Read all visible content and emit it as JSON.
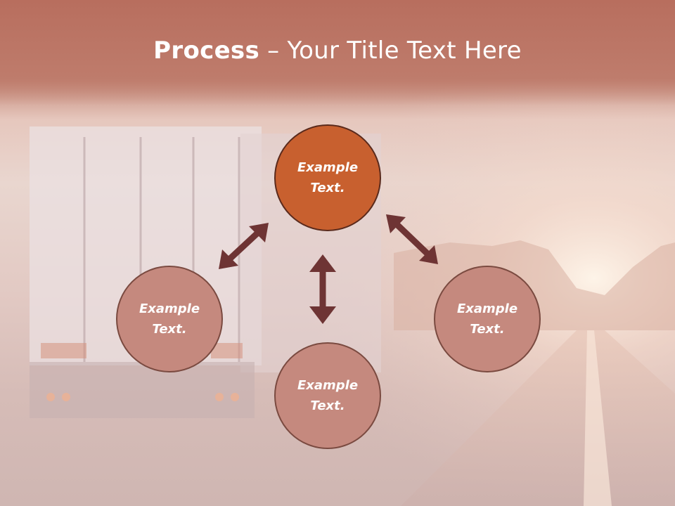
{
  "title": {
    "bold": "Process",
    "rest": " – Your Title Text Here"
  },
  "colors": {
    "header": "#bd7868",
    "primary_node": "#c8602f",
    "secondary_node": "#c5897e",
    "arrow": "#6e3434"
  },
  "nodes": [
    {
      "line1": "Example",
      "line2": "Text."
    },
    {
      "line1": "Example",
      "line2": "Text."
    },
    {
      "line1": "Example",
      "line2": "Text."
    },
    {
      "line1": "Example",
      "line2": "Text."
    }
  ]
}
